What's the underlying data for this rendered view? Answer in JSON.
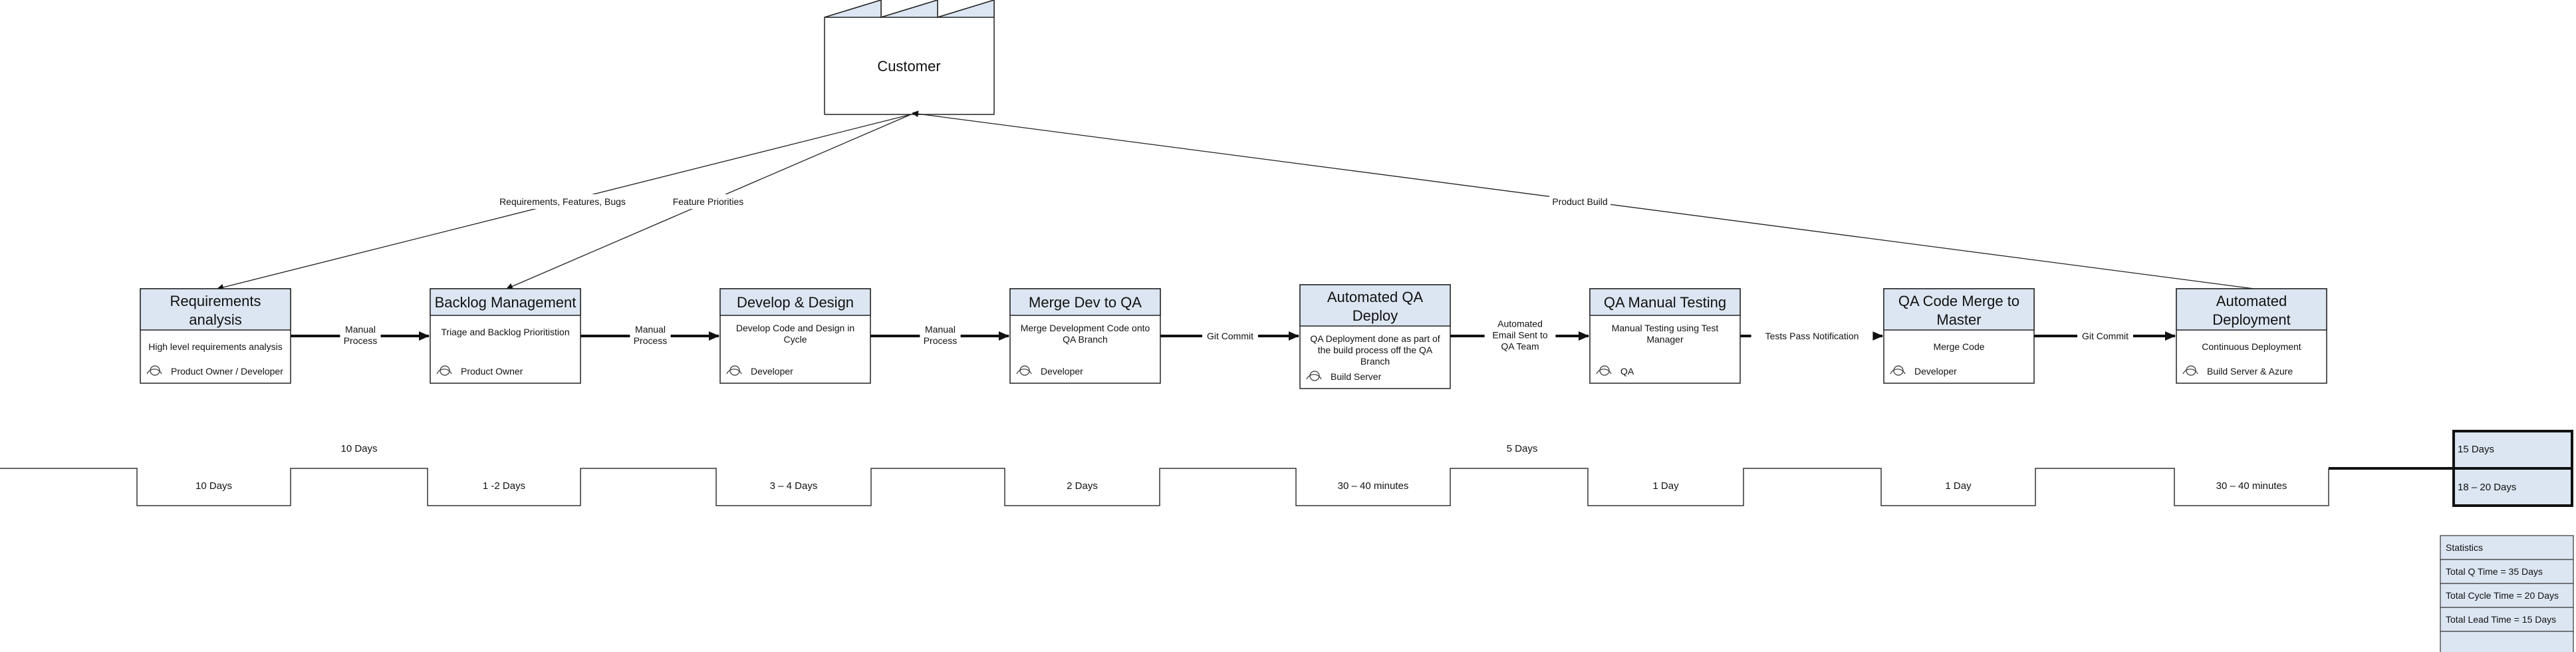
{
  "customer": {
    "label": "Customer"
  },
  "info_flows": [
    {
      "label": "Requirements, Features, Bugs"
    },
    {
      "label": "Feature Priorities"
    },
    {
      "label": "Product Build"
    }
  ],
  "processes": [
    {
      "title": [
        "Requirements",
        "analysis"
      ],
      "desc": [
        "High level requirements analysis"
      ],
      "owner": "Product Owner / Developer"
    },
    {
      "title": [
        "Backlog Management"
      ],
      "desc": [
        "Triage and Backlog Prioritistion"
      ],
      "owner": "Product Owner"
    },
    {
      "title": [
        "Develop & Design"
      ],
      "desc": [
        "Develop Code and Design in",
        "Cycle"
      ],
      "owner": "Developer"
    },
    {
      "title": [
        "Merge Dev to QA"
      ],
      "desc": [
        "Merge Development Code onto",
        "QA Branch"
      ],
      "owner": "Developer"
    },
    {
      "title": [
        "Automated QA",
        "Deploy"
      ],
      "desc": [
        "QA Deployment done as part of",
        "the build process off the QA",
        "Branch"
      ],
      "owner": "Build Server"
    },
    {
      "title": [
        "QA Manual Testing"
      ],
      "desc": [
        "Manual Testing using Test",
        "Manager"
      ],
      "owner": "QA"
    },
    {
      "title": [
        "QA Code Merge to",
        "Master"
      ],
      "desc": [
        "Merge Code"
      ],
      "owner": "Developer"
    },
    {
      "title": [
        "Automated",
        "Deployment"
      ],
      "desc": [
        "Continuous Deployment"
      ],
      "owner": "Build Server & Azure"
    }
  ],
  "transitions": [
    {
      "label": [
        "Manual",
        "Process"
      ]
    },
    {
      "label": [
        "Manual",
        "Process"
      ]
    },
    {
      "label": [
        "Manual",
        "Process"
      ]
    },
    {
      "label": [
        "Git Commit"
      ]
    },
    {
      "label": [
        "Automated",
        "Email Sent to",
        "QA Team"
      ]
    },
    {
      "label": [
        "Tests Pass Notification"
      ]
    },
    {
      "label": [
        "Git Commit"
      ]
    }
  ],
  "wait_times": [
    {
      "label": "10 Days"
    },
    {
      "label": "5 Days"
    }
  ],
  "cycle_times": [
    {
      "label": "10 Days"
    },
    {
      "label": "1 -2 Days"
    },
    {
      "label": "3 – 4 Days"
    },
    {
      "label": "2 Days"
    },
    {
      "label": "30 – 40 minutes"
    },
    {
      "label": "1 Day"
    },
    {
      "label": "1 Day"
    },
    {
      "label": "30 – 40 minutes"
    }
  ],
  "timeline_summary": {
    "top": "15 Days",
    "bottom": "18 – 20 Days"
  },
  "statistics": {
    "title": "Statistics",
    "rows": [
      "Total Q Time = 35  Days",
      "Total Cycle Time = 20 Days",
      "Total Lead Time = 15 Days"
    ]
  },
  "colors": {
    "header_fill": "#dce6f2",
    "stroke": "#222222",
    "arrow": "#111111"
  }
}
